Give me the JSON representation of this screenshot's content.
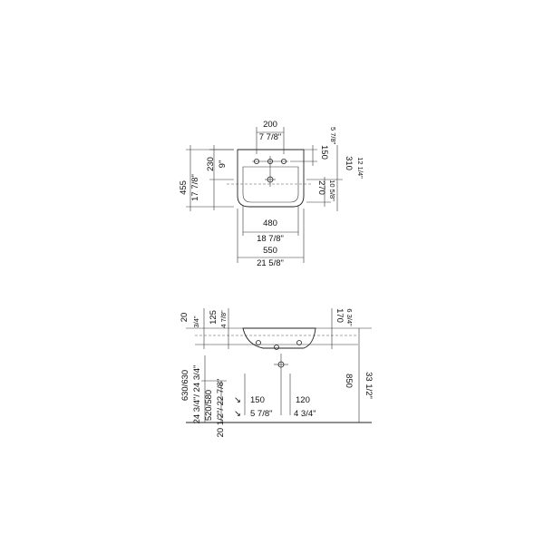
{
  "top_view": {
    "dims": {
      "tap_span_mm": "200",
      "tap_span_in": "7 7/8\"",
      "rim_to_tap_mm": "150",
      "rim_to_tap_in": "5 7/8\"",
      "depth_mm": "455",
      "depth_in": "17 7/8\"",
      "front_to_drain_mm": "230",
      "front_to_drain_in": "9\"",
      "depth_back_mm": "310",
      "depth_back_in": "12 1/4\"",
      "bowl_depth_mm": "270",
      "bowl_depth_in": "10 5/8\"",
      "bowl_width_mm": "480",
      "bowl_width_in": "18 7/8\"",
      "width_mm": "550",
      "width_in": "21 5/8\""
    }
  },
  "side_view": {
    "dims": {
      "rim_thick_mm": "20",
      "rim_thick_in": "3/4\"",
      "bowl_h_mm": "125",
      "bowl_h_in": "4 7/8\"",
      "back_h_mm": "170",
      "back_h_in": "6 3/4\"",
      "height_mm": "850",
      "height_in": "33 1/2\"",
      "h1_mm": "630/630",
      "h1_in": "24 3/4\"/ 24 3/4\"",
      "h2_mm": "520/580",
      "h2_in": "20 1/2\"/ 22 7/8\"",
      "wall_off_mm": "150",
      "wall_off_in": "5 7/8\"",
      "drain_off_mm": "120",
      "drain_off_in": "4 3/4\""
    }
  }
}
